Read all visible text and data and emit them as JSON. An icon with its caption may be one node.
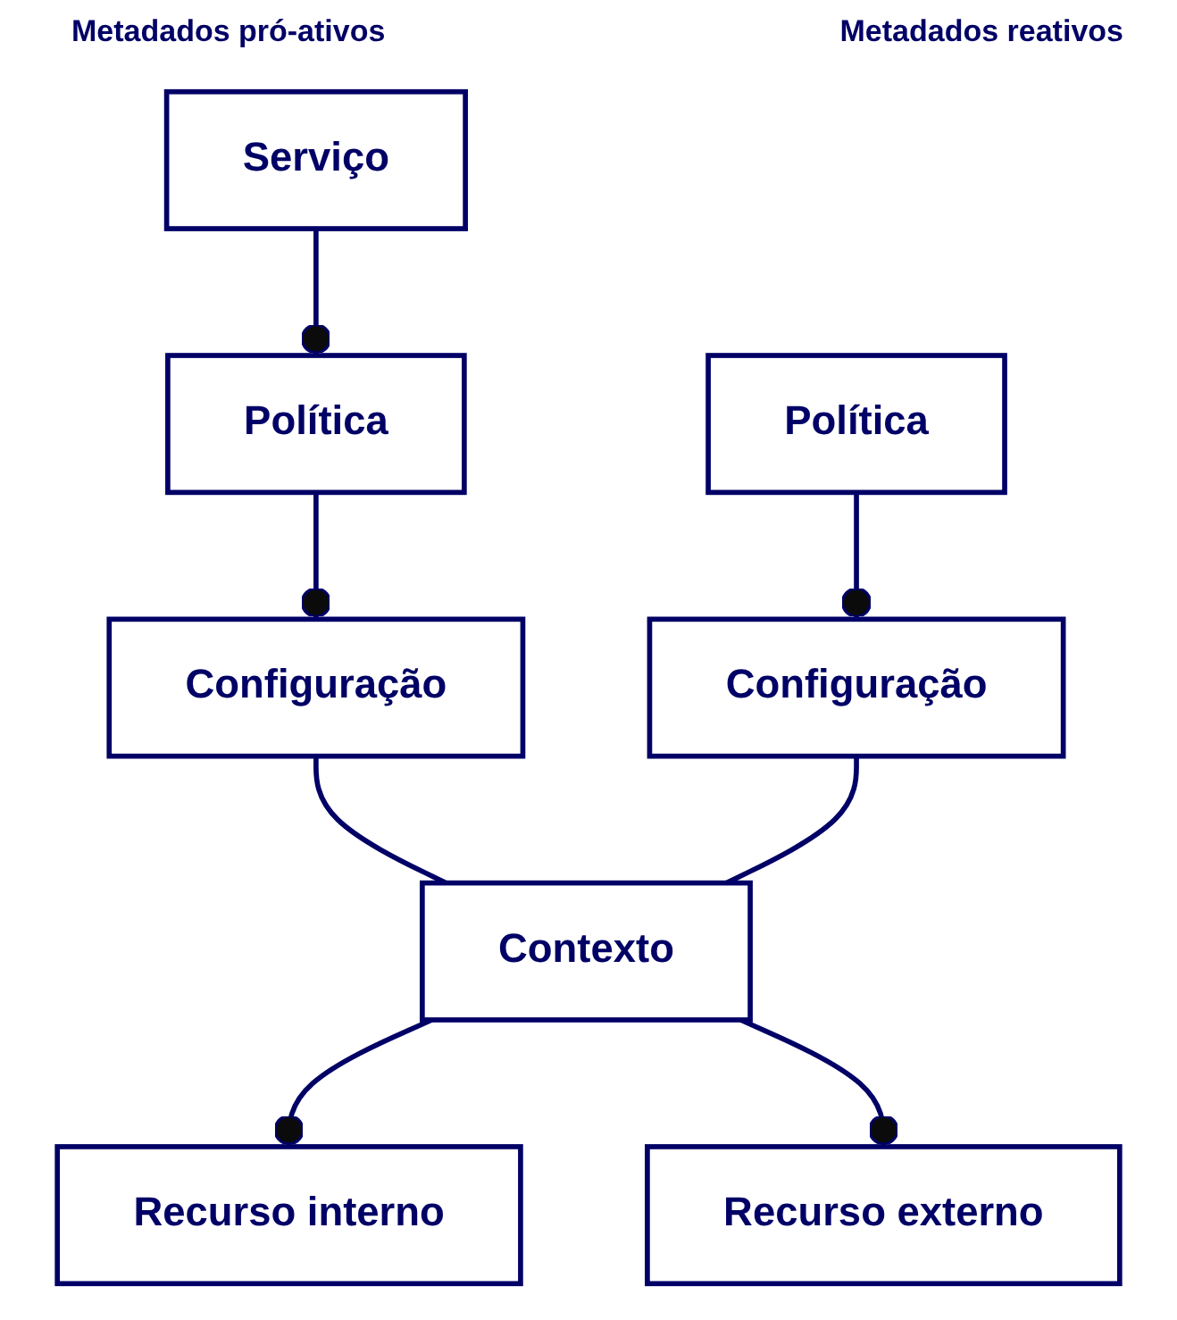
{
  "diagram": {
    "nodes": [
      {
        "text": [
          "Serviço"
        ]
      },
      {
        "text": [
          "Política"
        ]
      },
      {
        "text": [
          "Configuração"
        ]
      },
      {
        "text": [
          "Política"
        ]
      },
      {
        "text": [
          "Configuração"
        ]
      },
      {
        "text": [
          "Contexto"
        ]
      },
      {
        "text": [
          "Recurso interno"
        ]
      },
      {
        "text": [
          "Recurso externo"
        ]
      }
    ],
    "edges": [
      {
        "from": 0,
        "to": 1,
        "arrow": "other"
      },
      {
        "from": 1,
        "to": 2,
        "arrow": "other"
      },
      {
        "from": 3,
        "to": 4,
        "arrow": "other"
      },
      {
        "from": 2,
        "to": 5,
        "arrow": "none"
      },
      {
        "from": 4,
        "to": 5,
        "arrow": "none"
      },
      {
        "from": 5,
        "to": 6,
        "arrow": "other"
      },
      {
        "from": 5,
        "to": 7,
        "arrow": "other"
      }
    ],
    "labels": [
      "Metadados pró-ativos",
      "Metadados reativos"
    ]
  }
}
